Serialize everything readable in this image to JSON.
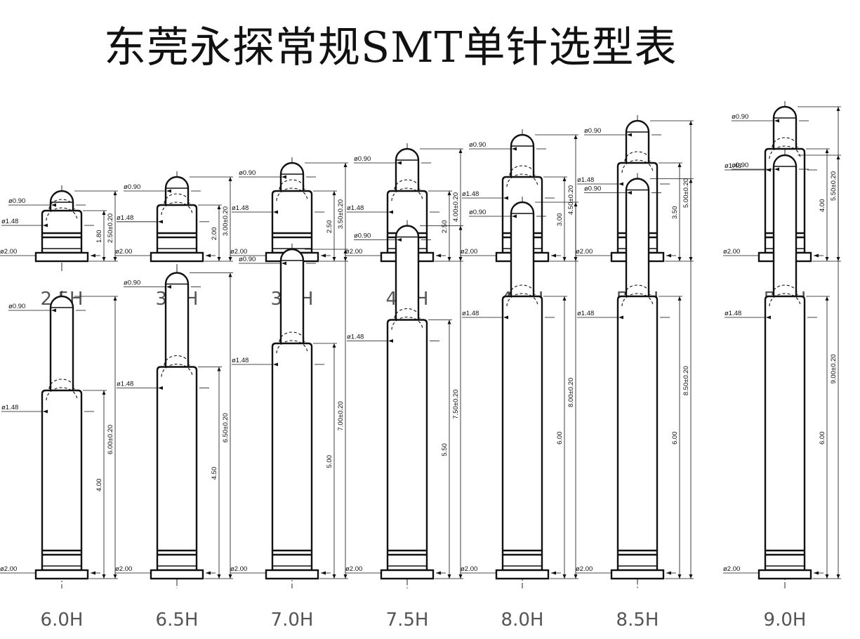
{
  "title": "东莞永探常规SMT单针选型表",
  "pins": [
    {
      "model": "2.5H",
      "body_h": "1.80",
      "total_h": "2.50±0.20",
      "d_plunger": "ø0.90",
      "d_barrel": "ø1.48",
      "d_base": "ø2.00"
    },
    {
      "model": "3.0H",
      "body_h": "2.00",
      "total_h": "3.00±0.20",
      "d_plunger": "ø0.90",
      "d_barrel": "ø1.48",
      "d_base": "ø2.00"
    },
    {
      "model": "3.5H",
      "body_h": "2.50",
      "total_h": "3.50±0.20",
      "d_plunger": "ø0.90",
      "d_barrel": "ø1.48",
      "d_base": "ø2.00"
    },
    {
      "model": "4.0H",
      "body_h": "2.50",
      "total_h": "4.00±0.20",
      "d_plunger": "ø0.90",
      "d_barrel": "ø1.48",
      "d_base": "ø2.00"
    },
    {
      "model": "4.5H",
      "body_h": "3.00",
      "total_h": "4.50±0.20",
      "d_plunger": "ø0.90",
      "d_barrel": "ø1.48",
      "d_base": "ø2.00"
    },
    {
      "model": "5.0H",
      "body_h": "3.50",
      "total_h": "5.00±0.20",
      "d_plunger": "ø0.90",
      "d_barrel": "ø1.48",
      "d_base": "ø2.00"
    },
    {
      "model": "5.5H",
      "body_h": "4.00",
      "total_h": "5.50±0.20",
      "d_plunger": "ø0.90",
      "d_barrel": "ø1.48",
      "d_base": "ø2.00"
    },
    {
      "model": "6.0H",
      "body_h": "4.00",
      "total_h": "6.00±0.20",
      "d_plunger": "ø0.90",
      "d_barrel": "ø1.48",
      "d_base": "ø2.00"
    },
    {
      "model": "6.5H",
      "body_h": "4.50",
      "total_h": "6.50±0.20",
      "d_plunger": "ø0.90",
      "d_barrel": "ø1.48",
      "d_base": "ø2.00"
    },
    {
      "model": "7.0H",
      "body_h": "5.00",
      "total_h": "7.00±0.20",
      "d_plunger": "ø0.90",
      "d_barrel": "ø1.48",
      "d_base": "ø2.00"
    },
    {
      "model": "7.5H",
      "body_h": "5.50",
      "total_h": "7.50±0.20",
      "d_plunger": "ø0.90",
      "d_barrel": "ø1.48",
      "d_base": "ø2.00"
    },
    {
      "model": "8.0H",
      "body_h": "6.00",
      "total_h": "8.00±0.20",
      "d_plunger": "ø0.90",
      "d_barrel": "ø1.48",
      "d_base": "ø2.00"
    },
    {
      "model": "8.5H",
      "body_h": "6.00",
      "total_h": "8.50±0.20",
      "d_plunger": "ø0.90",
      "d_barrel": "ø1.48",
      "d_base": "ø2.00"
    },
    {
      "model": "9.0H",
      "body_h": "6.00",
      "total_h": "9.00±0.20",
      "d_plunger": "ø0.90",
      "d_barrel": "ø1.48",
      "d_base": "ø2.00"
    }
  ]
}
